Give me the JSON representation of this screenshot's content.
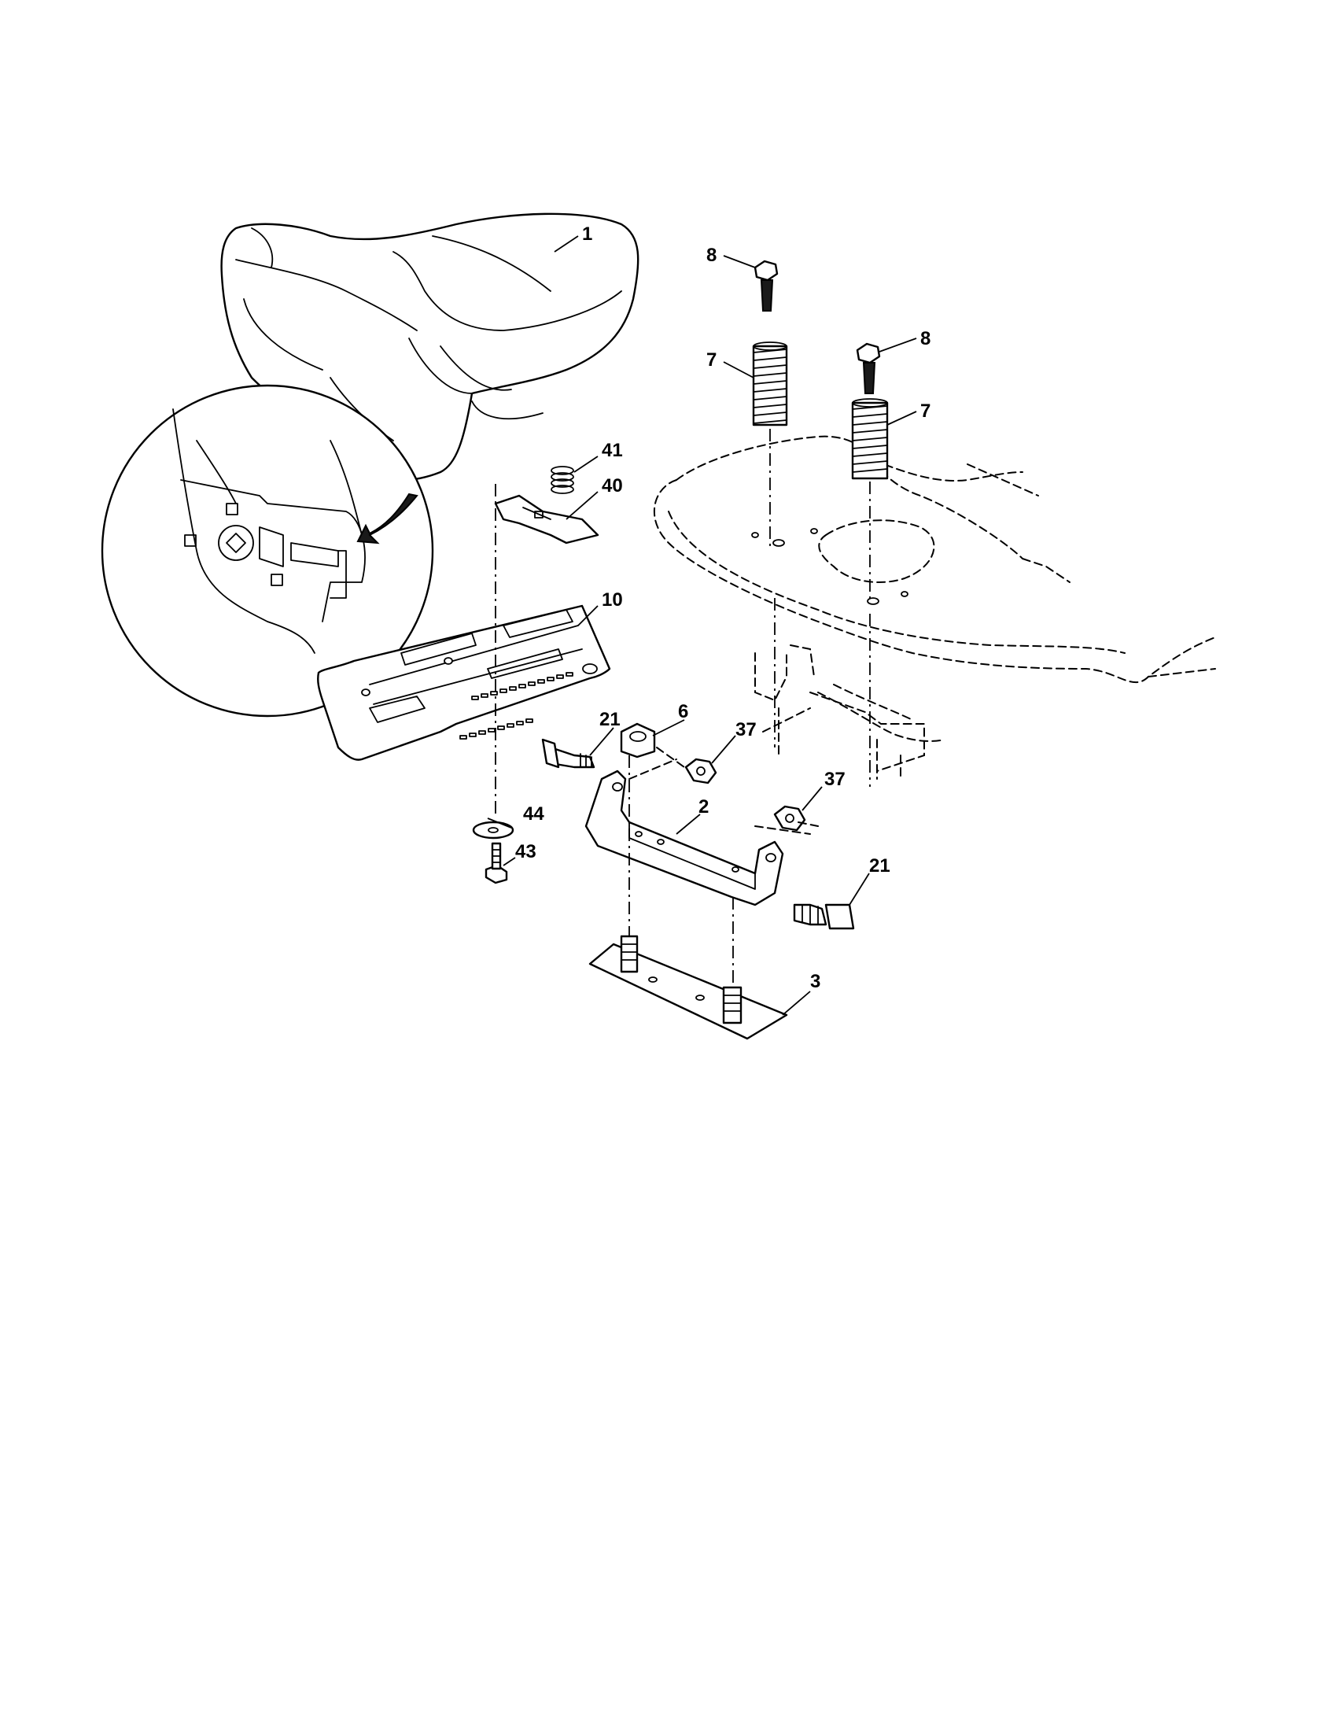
{
  "diagram": {
    "callouts": {
      "seat": "1",
      "pivot_bracket": "2",
      "mounting_plate": "3",
      "lock_nut": "6",
      "spring_left": "7",
      "spring_right": "7",
      "bolt_left": "8",
      "bolt_right": "8",
      "seat_pan": "10",
      "shoulder_bolt_left": "21",
      "shoulder_bolt_right": "21",
      "hex_nut_upper": "37",
      "hex_nut_lower": "37",
      "spring_clip_bracket": "40",
      "small_spring": "41",
      "screw": "43",
      "washer": "44"
    }
  }
}
